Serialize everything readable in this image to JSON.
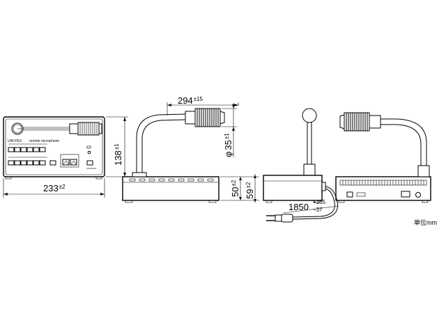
{
  "views": {
    "front": {
      "panel_brand": "UNI-PEX",
      "panel_model": "remote microphone",
      "width": {
        "value": "233",
        "tol": "±2"
      },
      "depth": {
        "value": "138",
        "tol": "±1"
      }
    },
    "side_left": {
      "gooseneck": {
        "value": "294",
        "tol": "±15"
      },
      "mic_diameter": {
        "prefix": "φ",
        "value": "35",
        "tol": "±1"
      },
      "height_body": {
        "value": "50",
        "tol": "±2"
      },
      "height_total": {
        "value": "59",
        "tol": "±2"
      }
    },
    "cable": {
      "length": {
        "value": "1850",
        "tol_plus": "+185",
        "tol_minus": "−37"
      }
    }
  },
  "unit_label": "単位mm",
  "colors": {
    "line": "#000000",
    "background": "#ffffff"
  }
}
